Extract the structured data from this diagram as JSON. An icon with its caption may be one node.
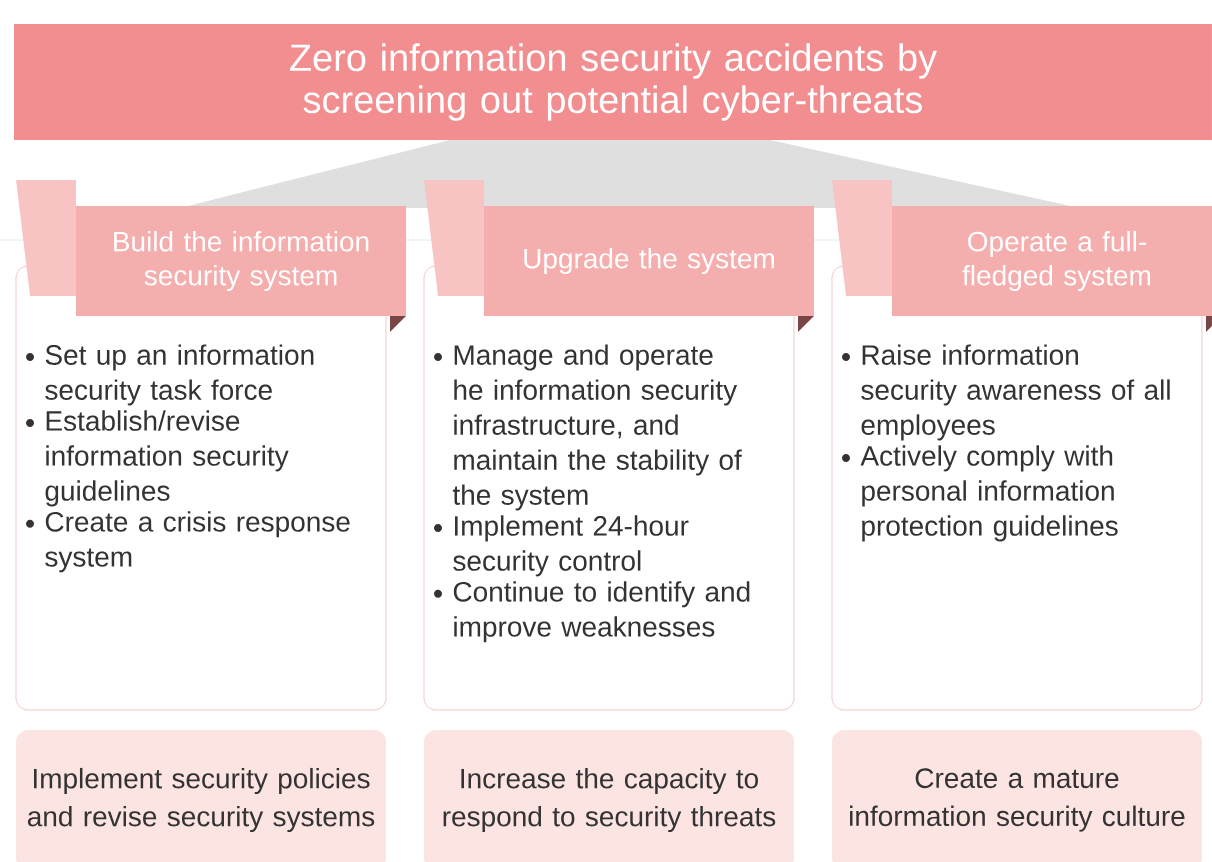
{
  "diagram": {
    "nodes": [
      {
        "text": [
          "Zero information security accidents by screening out potential cyber-threats"
        ]
      },
      {
        "text": [
          "Build the information security system",
          "Set up an information security task force",
          "Establish/revise information security guidelines",
          "Create a crisis response system"
        ]
      },
      {
        "text": [
          "Implement security policies and revise security systems"
        ]
      },
      {
        "text": [
          "Upgrade the system",
          "Manage and operate he information security infrastructure, and maintain the stability of the system",
          "Implement 24-hour security control",
          "Continue to identify and improve weaknesses"
        ]
      },
      {
        "text": [
          "Increase the capacity to respond to security threats"
        ]
      },
      {
        "text": [
          "Operate a full-fledged system",
          "Raise information security awareness of all employees",
          "Actively comply with personal information protection guidelines"
        ]
      },
      {
        "text": [
          "Create a mature information security culture"
        ]
      }
    ]
  }
}
